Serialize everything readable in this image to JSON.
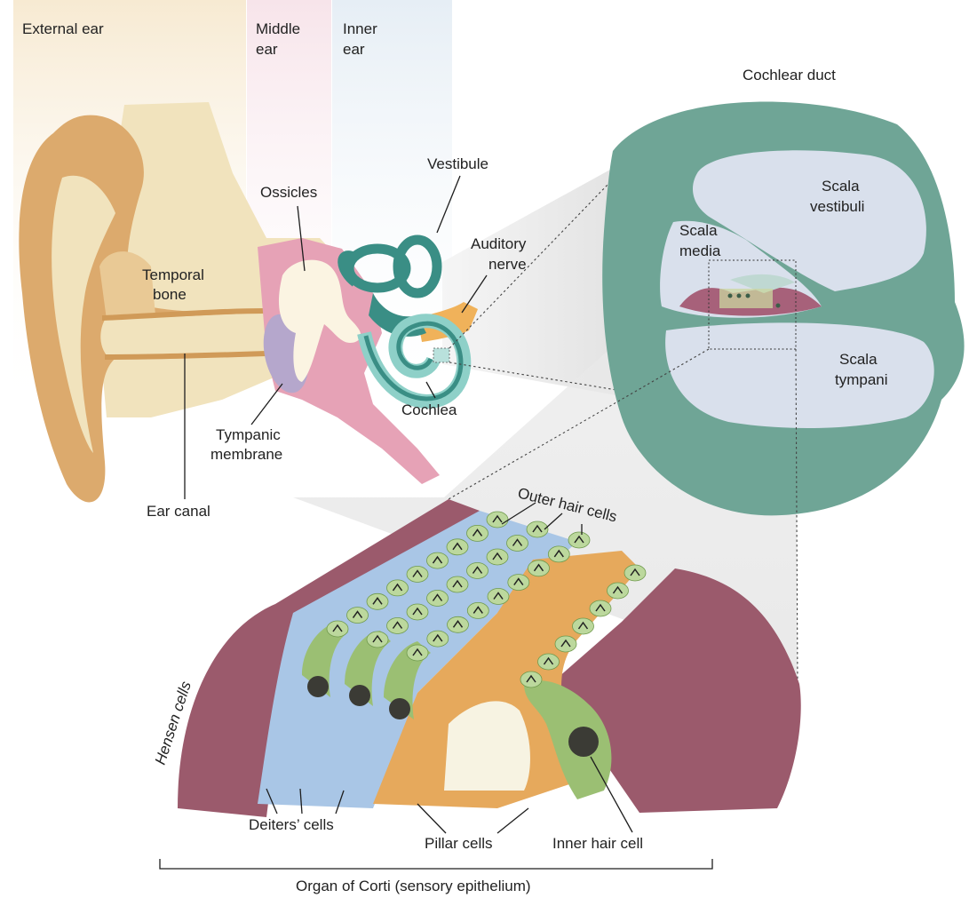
{
  "regions": {
    "external": "External ear",
    "middle": [
      "Middle",
      "ear"
    ],
    "inner": [
      "Inner",
      "ear"
    ]
  },
  "ear_labels": {
    "temporal_bone": [
      "Temporal",
      "bone"
    ],
    "ossicles": "Ossicles",
    "vestibule": "Vestibule",
    "auditory_nerve": [
      "Auditory",
      "nerve"
    ],
    "cochlea": "Cochlea",
    "tympanic_membrane": [
      "Tympanic",
      "membrane"
    ],
    "ear_canal": "Ear canal"
  },
  "duct": {
    "title": "Cochlear duct",
    "scala_vestibuli": [
      "Scala",
      "vestibuli"
    ],
    "scala_media": [
      "Scala",
      "media"
    ],
    "scala_tympani": [
      "Scala",
      "tympani"
    ]
  },
  "corti": {
    "outer_hair_cells": "Outer hair cells",
    "hensen_cells": "Hensen cells",
    "deiters_cells": "Deiters’ cells",
    "pillar_cells": "Pillar cells",
    "inner_hair_cell": "Inner hair cell",
    "organ_caption": "Organ of Corti (sensory epithelium)"
  },
  "colors": {
    "skin": "#dcaa6d",
    "bone": "#f1e3bd",
    "middle_ear": "#e6a2b6",
    "inner_bone": "#3a8e85",
    "duct_wall": "#6fa596",
    "chamber": "#d9e0ec",
    "hensen": "#9b5a6c",
    "deiters": "#a9c6e6",
    "pillar": "#e6a95c",
    "hair_cell": "#9bbf73"
  }
}
